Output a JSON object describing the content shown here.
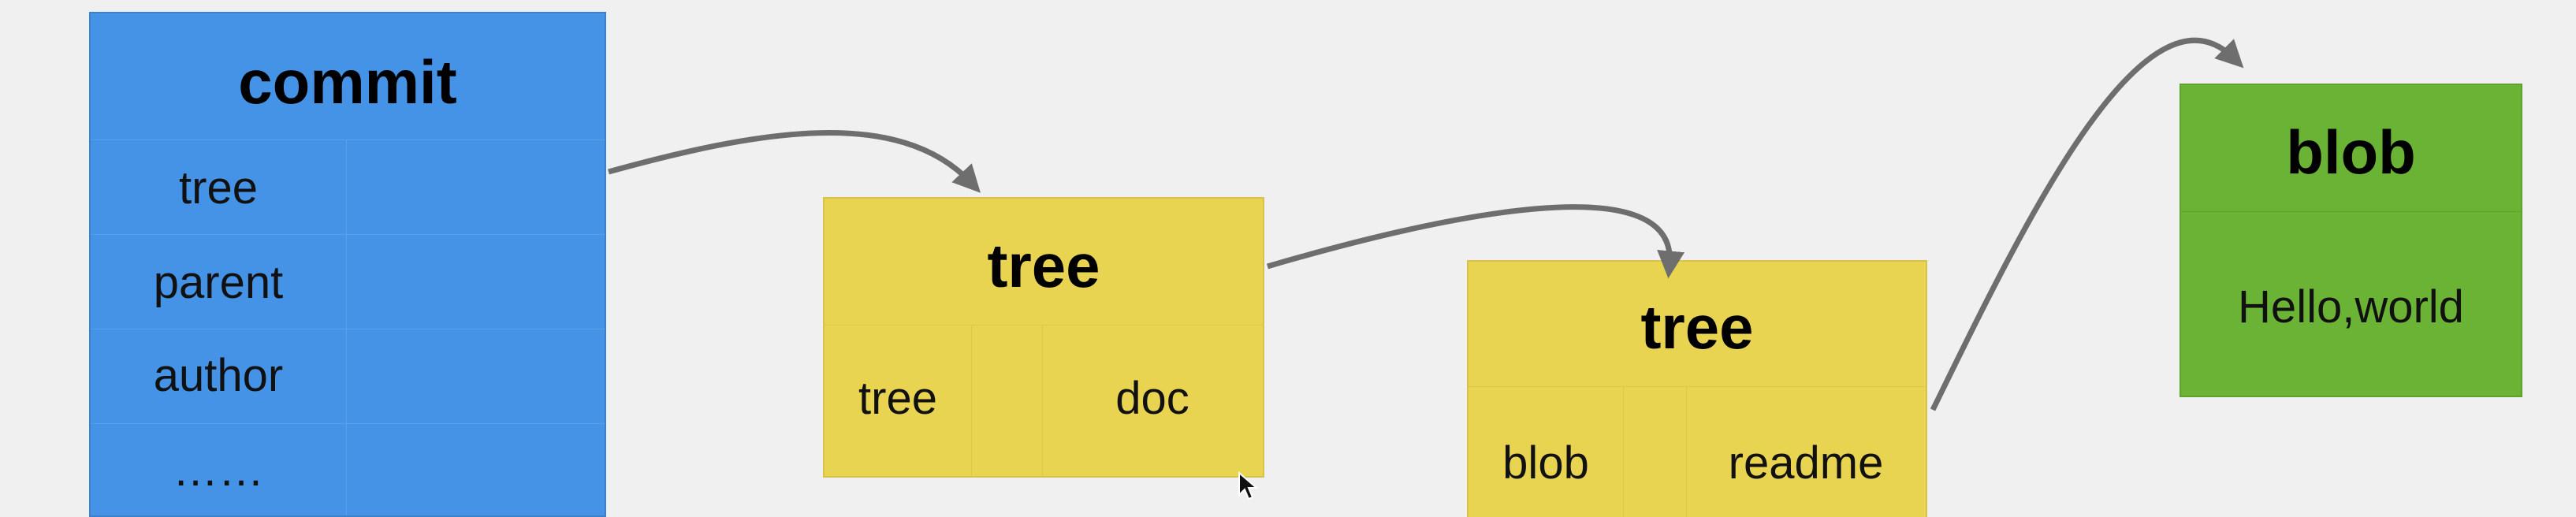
{
  "commit": {
    "title": "commit",
    "rows": [
      "tree",
      "parent",
      "author",
      "……"
    ]
  },
  "tree1": {
    "title": "tree",
    "left": "tree",
    "right": "doc"
  },
  "tree2": {
    "title": "tree",
    "left": "blob",
    "right": "readme"
  },
  "blob": {
    "title": "blob",
    "content": "Hello,world"
  },
  "colors": {
    "commit": "#4493e6",
    "tree": "#e9d452",
    "blob": "#6ab334",
    "arrow": "#6e6e6e",
    "background": "#f0f0f0"
  },
  "icons": [
    "arrow-icon",
    "mouse-cursor-icon"
  ]
}
